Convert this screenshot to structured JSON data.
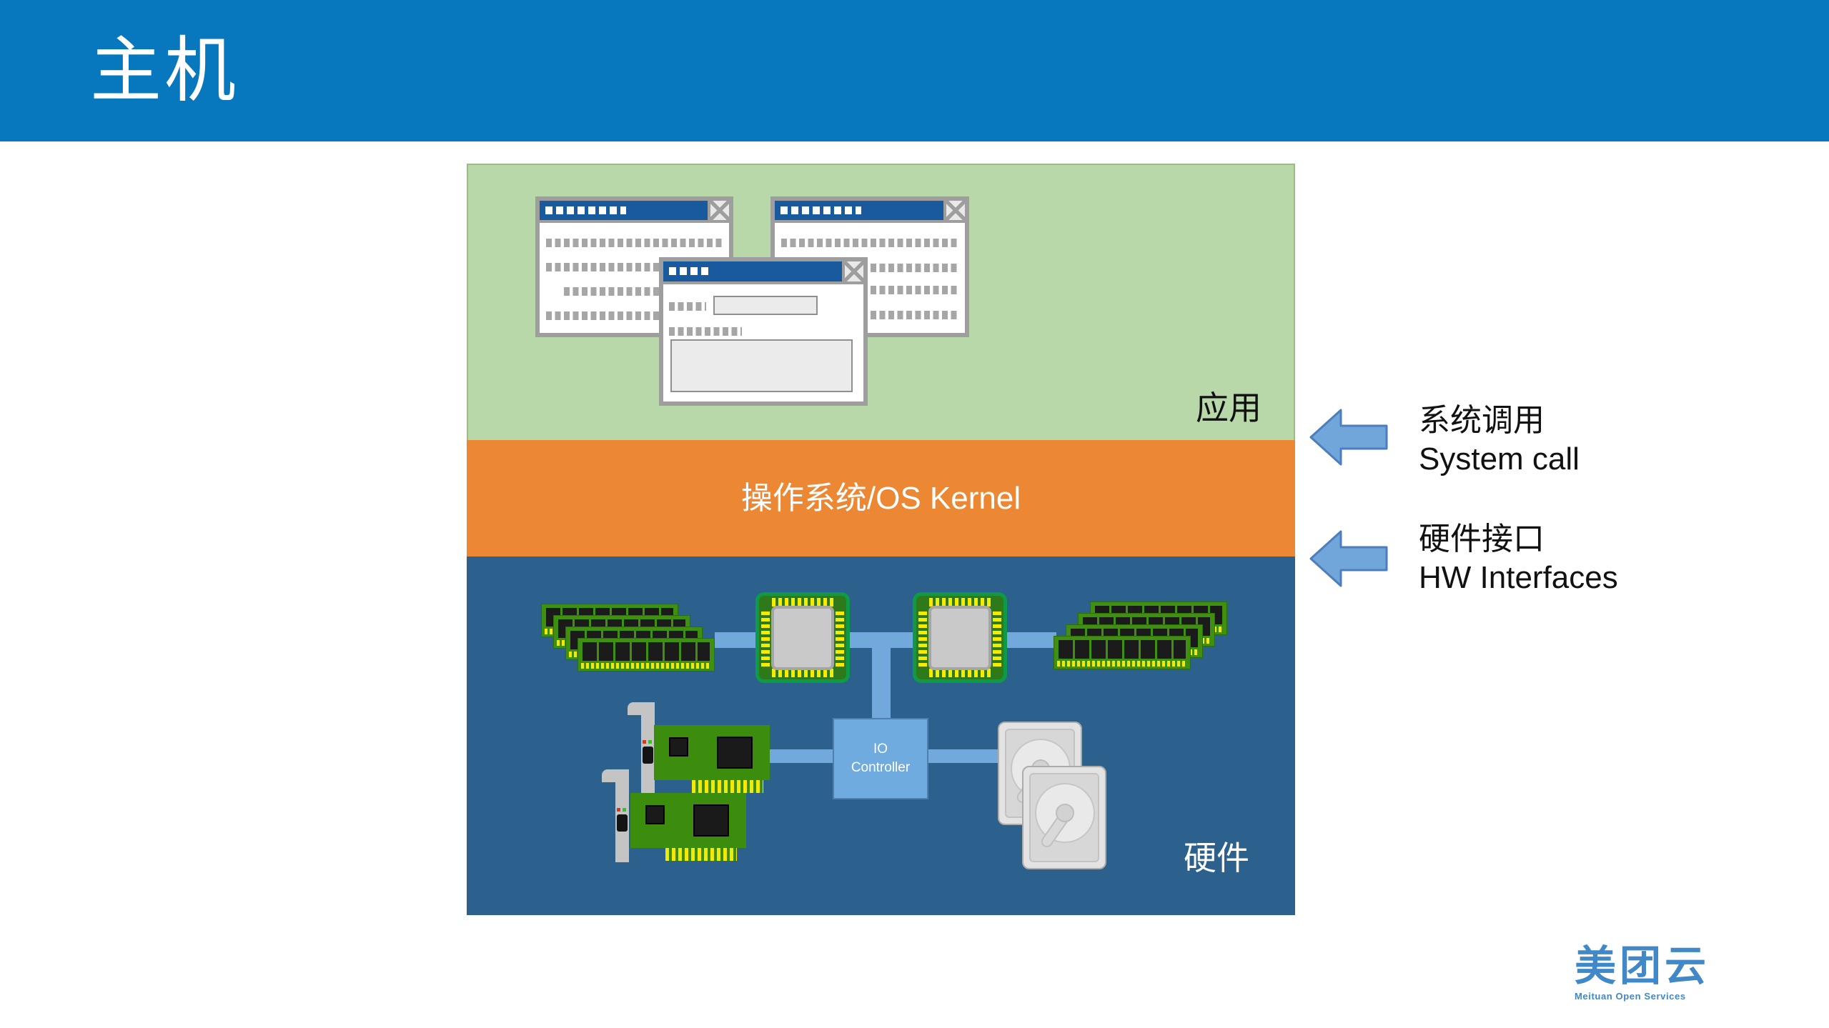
{
  "header": {
    "title": "主机"
  },
  "layers": {
    "app": {
      "label": "应用"
    },
    "os": {
      "label": "操作系统/OS Kernel"
    },
    "hw": {
      "label": "硬件"
    }
  },
  "hardware": {
    "io_controller": {
      "line1": "IO",
      "line2": "Controller"
    }
  },
  "annotations": [
    {
      "zh": "系统调用",
      "en": "System call"
    },
    {
      "zh": "硬件接口",
      "en": "HW Interfaces"
    }
  ],
  "logo": {
    "title": "美团云",
    "subtitle": "Meituan Open Services"
  },
  "colors": {
    "banner_blue": "#0878BE",
    "app_green": "#B9D8AA",
    "os_orange": "#EC8733",
    "hw_dark_blue": "#2B618C",
    "bus_blue": "#71A9DD",
    "arrow_blue": "#71A6DA",
    "window_titlebar_blue": "#19599D",
    "pcb_green": "#3C8D0D",
    "pin_yellow": "#F2E90B",
    "logo_blue": "#4088C7"
  }
}
